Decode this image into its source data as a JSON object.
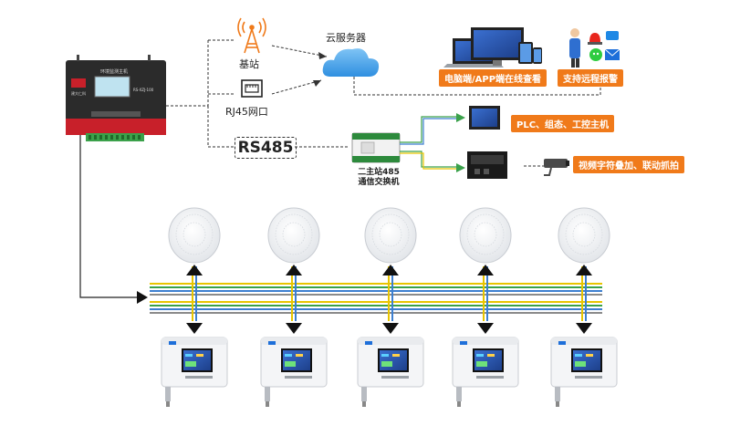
{
  "diagram": {
    "controller": {
      "title": "环境监测主机",
      "model": "RS-XZJ-100",
      "brand": "建大仁科"
    },
    "base_station_label": "基站",
    "rj45_label": "RJ45网口",
    "cloud_label": "云服务器",
    "rs485_label": "RS485",
    "switch_label_line1": "二主站485",
    "switch_label_line2": "通信交换机",
    "pill_computer_app": "电脑端/APP端在线查看",
    "pill_remote_alarm": "支持远程报警",
    "pill_plc": "PLC、组态、工控主机",
    "pill_video": "视频字符叠加、联动抓拍",
    "sensor_count": 5,
    "transmitter_count": 5,
    "colors": {
      "orange": "#f07a1a",
      "cloud_blue": "#2f8fe0",
      "bus_yellow": "#e8c500",
      "bus_green": "#3aa14a",
      "bus_blue": "#3d7fd0",
      "bus_gray": "#8a8a8a",
      "controller_red": "#c8202a",
      "controller_dark": "#2b2b2b"
    },
    "icons": [
      "tower-icon",
      "rj45-port-icon",
      "cloud-icon",
      "laptop-icon",
      "monitor-icon",
      "tablet-icon",
      "phone-icon",
      "person-icon",
      "alarm-light-icon",
      "wechat-icon",
      "mail-icon",
      "message-icon",
      "panel-pc-icon",
      "video-box-icon",
      "camera-icon",
      "sensor-icon",
      "transmitter-icon"
    ]
  }
}
